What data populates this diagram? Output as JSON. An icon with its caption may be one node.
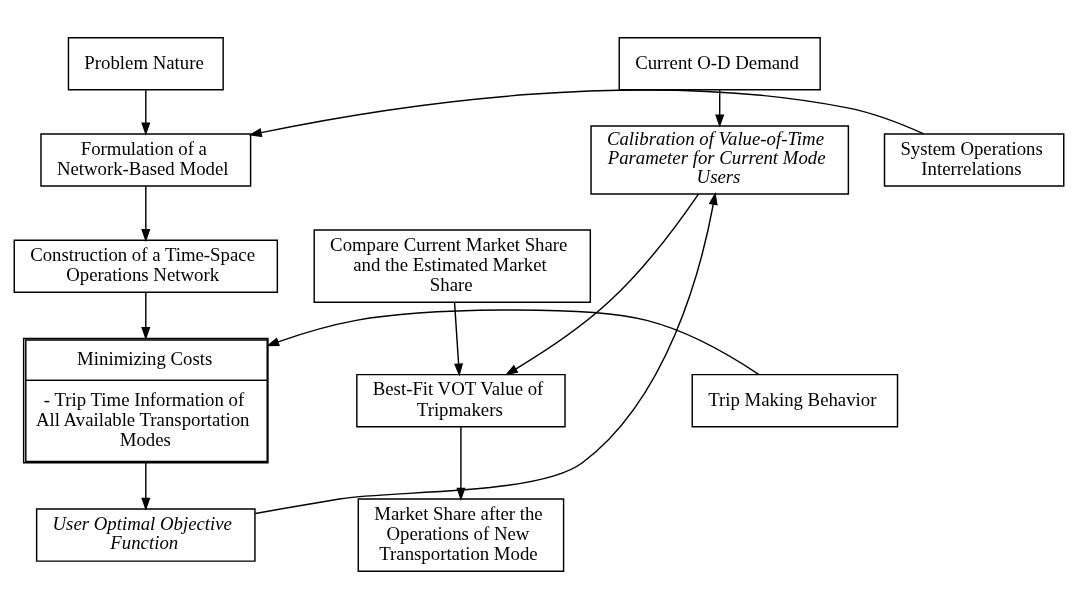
{
  "diagram": {
    "nodes": [
      {
        "text": [
          "Problem Nature"
        ]
      },
      {
        "text": [
          "System Operations Interrelations"
        ]
      },
      {
        "text": [
          "Formulation of a Network-Based Model"
        ]
      },
      {
        "text": [
          "Construction of a Time-Space Operations Network"
        ]
      },
      {
        "text": [
          "Trip Making Behavior"
        ]
      },
      {
        "text": [
          "Minimizing Costs",
          "- Trip Time Information of All Available Transportation Modes"
        ]
      },
      {
        "text": [
          "User Optimal Objective Function"
        ]
      },
      {
        "text": [
          "Current O-D Demand"
        ]
      },
      {
        "text": [
          "Calibration of Value-of-Time Parameter for Current Mode Users"
        ]
      },
      {
        "text": [
          "Compare Current Market Share and the Estimated Market Share"
        ]
      },
      {
        "text": [
          "Best-Fit VOT Value of Tripmakers"
        ]
      },
      {
        "text": [
          "Market Share after the Operations of New Transportation Mode"
        ]
      }
    ],
    "edges": [
      {
        "from": 0,
        "to": 2,
        "arrow": "to"
      },
      {
        "from": 1,
        "to": 2,
        "arrow": "to"
      },
      {
        "from": 2,
        "to": 3,
        "arrow": "to"
      },
      {
        "from": 3,
        "to": 5,
        "arrow": "to"
      },
      {
        "from": 4,
        "to": 5,
        "arrow": "to"
      },
      {
        "from": 5,
        "to": 6,
        "arrow": "to"
      },
      {
        "from": 6,
        "to": 8,
        "arrow": "to"
      },
      {
        "from": 7,
        "to": 8,
        "arrow": "to"
      },
      {
        "from": 8,
        "to": 10,
        "arrow": "to"
      },
      {
        "from": 9,
        "to": 10,
        "arrow": "to"
      },
      {
        "from": 10,
        "to": 11,
        "arrow": "to"
      }
    ]
  }
}
